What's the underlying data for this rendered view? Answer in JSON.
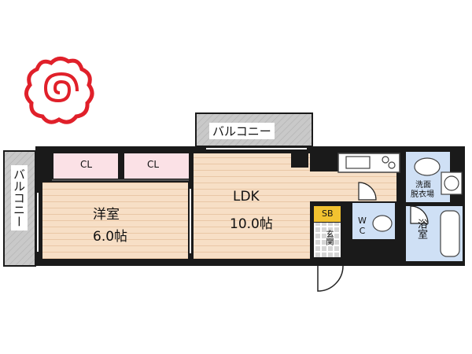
{
  "rooms": {
    "yoshitsu": {
      "name": "洋室",
      "size": "6.0帖"
    },
    "ldk": {
      "name": "LDK",
      "size": "10.0帖"
    },
    "closet_1": "CL",
    "closet_2": "CL",
    "sb": "SB",
    "genkan": "玄関",
    "wc": "WC",
    "yokushitsu": "浴室",
    "senmen": {
      "line1": "洗面",
      "line2": "脱衣場"
    }
  },
  "balconies": {
    "top": "バルコニー",
    "left": "バルコニー"
  },
  "colors": {
    "wall": "#1a1a1a",
    "room_floor": "#f7dfc6",
    "floor_line": "#e9c7a6",
    "closet_floor": "#fbe1e6",
    "balcony": "#c9c9c9",
    "wet_area": "#cfe0f5",
    "sb_box": "#f2c230",
    "logo": "#e0202a"
  },
  "logo_icon": "spiral-flower-logo-icon"
}
